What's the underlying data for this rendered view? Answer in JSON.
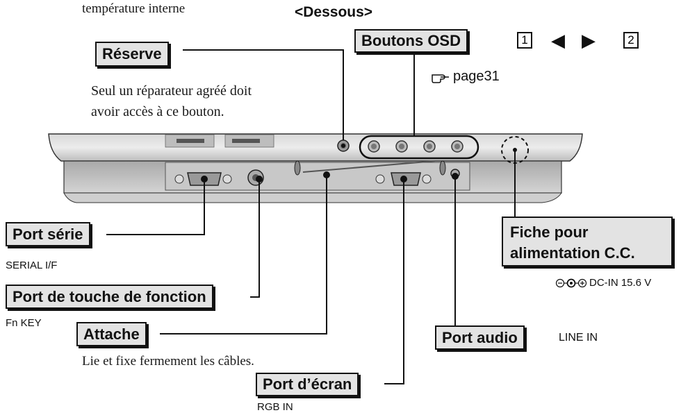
{
  "top_caption": "température interne",
  "view_title": "<Dessous>",
  "labels": {
    "reserve": "Réserve",
    "osd": "Boutons OSD",
    "serial": "Port série",
    "fn": "Port de touche de fonction",
    "attache": "Attache",
    "ecran": "Port d’écran",
    "audio": "Port audio",
    "dc_line1": "Fiche pour",
    "dc_line2": "alimentation C.C."
  },
  "notes": {
    "reserve_line1": "Seul un réparateur agréé doit",
    "reserve_line2": "avoir accès à ce bouton.",
    "osd_page": "page31",
    "serial_sub": "SERIAL I/F",
    "fn_sub": "Fn KEY",
    "attache_desc": "Lie et fixe fermement les câbles.",
    "ecran_sub": "RGB IN",
    "audio_sub": "LINE IN",
    "dc_sub": "DC-IN 15.6 V"
  },
  "osd_keys": {
    "key1": "1",
    "left_arrow": "◀",
    "right_arrow": "▶",
    "key2": "2"
  },
  "icons": {
    "page_ref": "pointing-hand-icon",
    "dc_polarity": "dc-polarity-icon"
  }
}
